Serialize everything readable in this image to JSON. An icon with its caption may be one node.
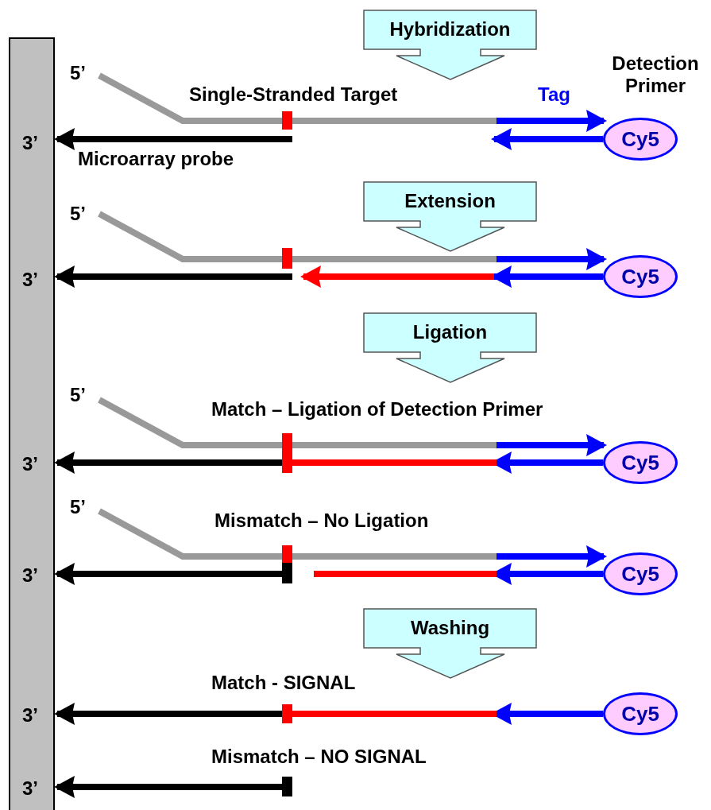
{
  "diagram": {
    "nodes": [
      {
        "text": [
          "Hybridization"
        ]
      },
      {
        "text": [
          "Extension"
        ]
      },
      {
        "text": [
          "Ligation"
        ]
      },
      {
        "text": [
          "Washing"
        ]
      },
      {
        "text": [
          "Cy5"
        ]
      },
      {
        "text": [
          "Cy5"
        ]
      },
      {
        "text": [
          "Cy5"
        ]
      },
      {
        "text": [
          "Cy5"
        ]
      },
      {
        "text": [
          "Cy5"
        ]
      }
    ],
    "labels": [
      "Detection Primer",
      "5’",
      "Single-Stranded Target",
      "Tag",
      "3’",
      "Microarray probe",
      "5’",
      "3’",
      "5’",
      "Match – Ligation of Detection Primer",
      "3’",
      "5’",
      "Mismatch – No Ligation",
      "3’",
      "Match - SIGNAL",
      "3’",
      "Mismatch – NO SIGNAL",
      "3’"
    ]
  }
}
